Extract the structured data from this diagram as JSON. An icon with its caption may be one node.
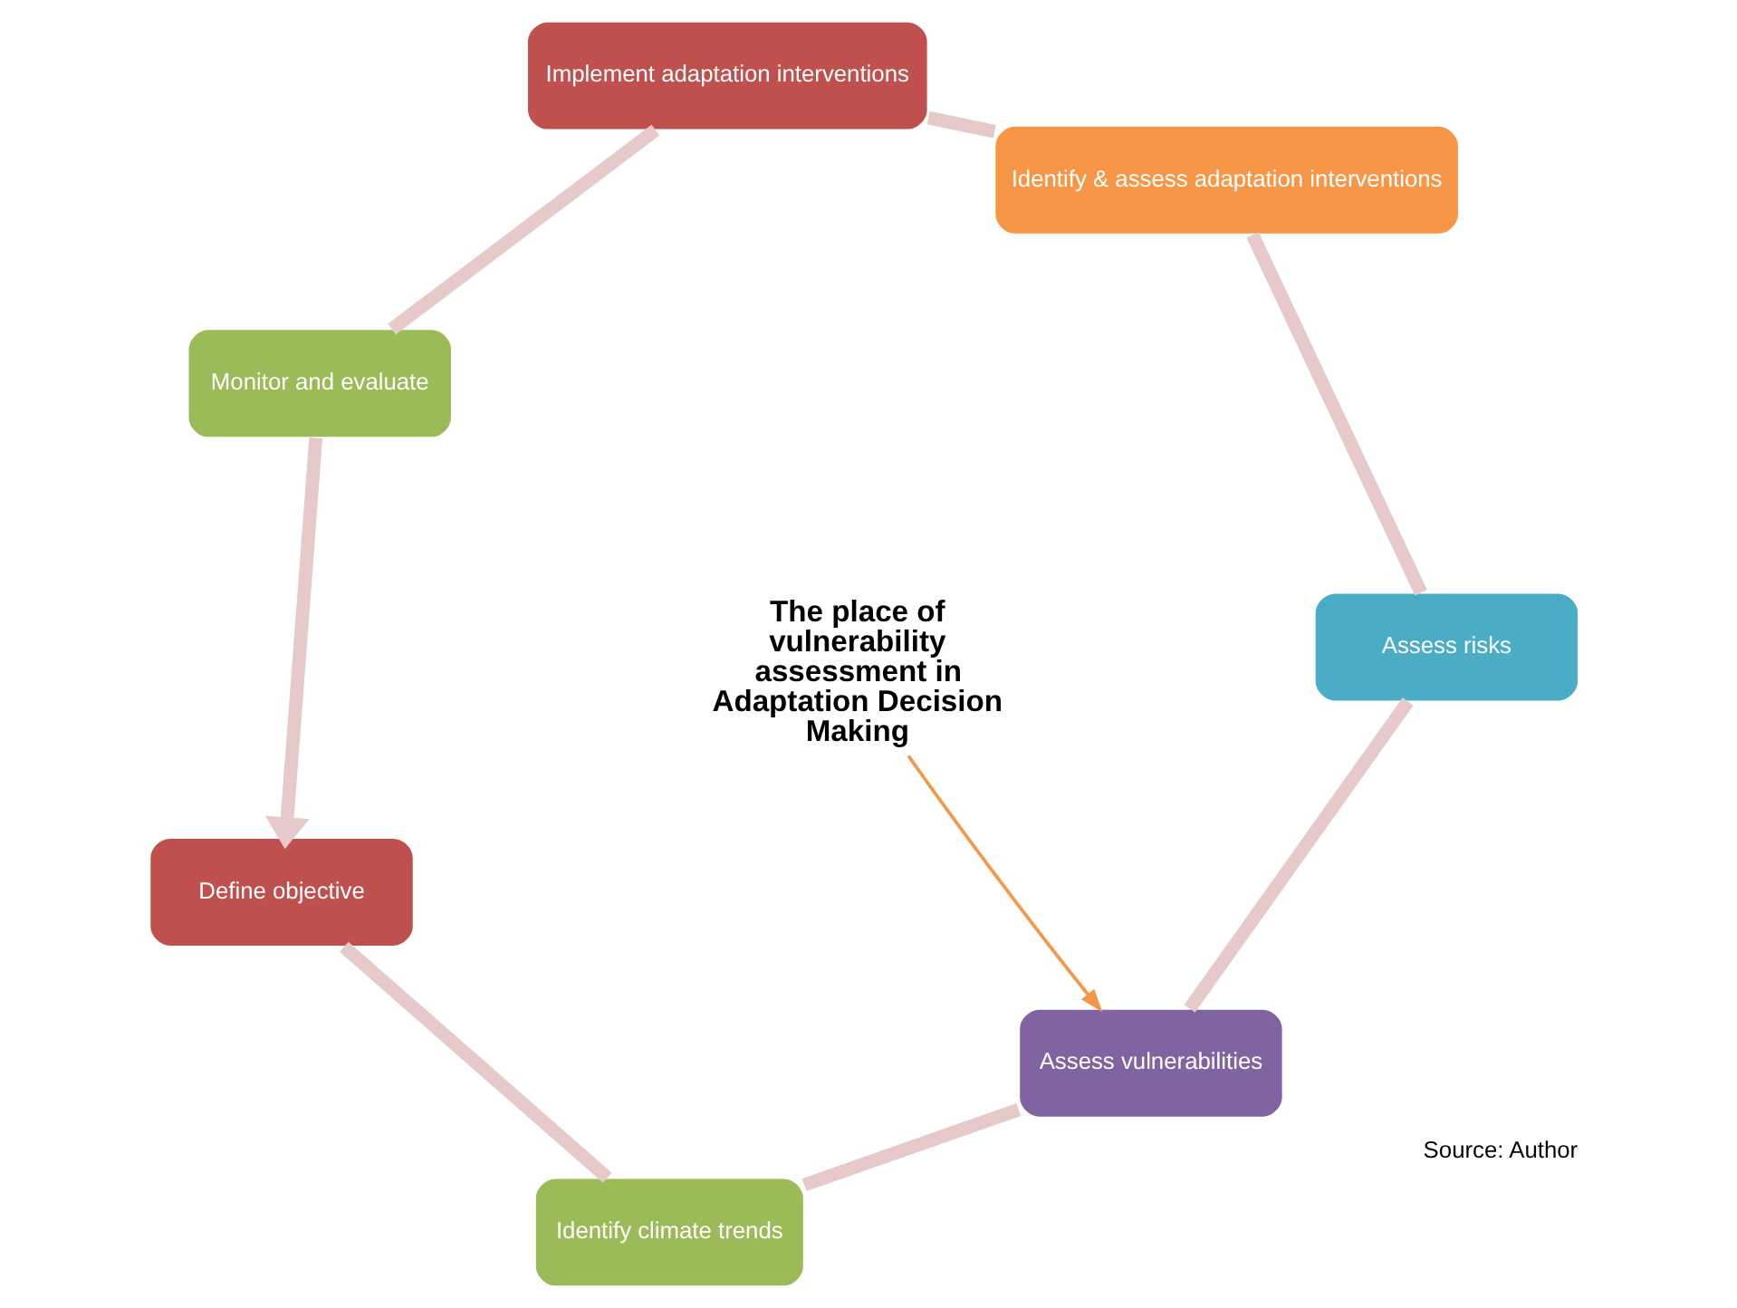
{
  "diagram": {
    "nodes": [
      {
        "text": [
          "Define objective"
        ]
      },
      {
        "text": [
          "Identify climate trends"
        ]
      },
      {
        "text": [
          "Assess vulnerabilities"
        ]
      },
      {
        "text": [
          "Assess risks"
        ]
      },
      {
        "text": [
          "Identify & assess adaptation interventions"
        ]
      },
      {
        "text": [
          "Implement adaptation interventions"
        ]
      },
      {
        "text": [
          "Monitor and evaluate"
        ]
      },
      {
        "text": [
          "The place of vulnerability assessment in Adaptation Decision Making"
        ]
      }
    ],
    "edges": [
      {
        "from": 0,
        "to": 1,
        "arrow": "none"
      },
      {
        "from": 1,
        "to": 2,
        "arrow": "none"
      },
      {
        "from": 2,
        "to": 3,
        "arrow": "none"
      },
      {
        "from": 3,
        "to": 4,
        "arrow": "none"
      },
      {
        "from": 4,
        "to": 5,
        "arrow": "none"
      },
      {
        "from": 5,
        "to": 6,
        "arrow": "none"
      },
      {
        "from": 6,
        "to": 0,
        "arrow": "to"
      },
      {
        "from": 7,
        "to": 2,
        "arrow": "to",
        "color": "#f79646"
      }
    ],
    "labels": [
      "Source: Author"
    ]
  }
}
